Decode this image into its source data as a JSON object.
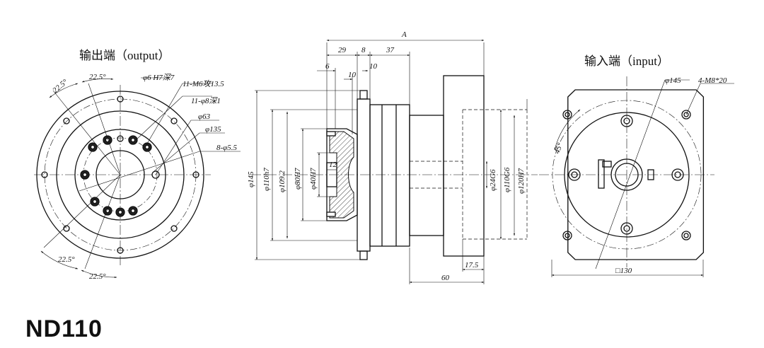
{
  "model": "ND110",
  "output_view": {
    "title": "输出端（output）",
    "labels": {
      "ang1": "22.5°",
      "ang2": "22.5°",
      "pin": "φ6 H7深7",
      "tap": "11-M6攻13.5",
      "cb": "11-φ8深1",
      "d63": "φ63",
      "d135": "φ135",
      "holes": "8-φ5.5",
      "ang3": "22.5°",
      "ang4": "22.5°"
    }
  },
  "side_view": {
    "labels": {
      "A": "A",
      "d29": "29",
      "d8": "8",
      "d37": "37",
      "d6": "6",
      "d10a": "10",
      "d10b": "10",
      "d12": "12",
      "d145": "φ145",
      "d110h7": "φ110h7",
      "d1092": "φ109.2",
      "d80h7": "φ80H7",
      "d40h7": "φ40H7",
      "d24g6": "φ24G6",
      "d110g6": "φ110G6",
      "d120h7": "φ120H7",
      "d175": "17.5",
      "d60": "60"
    }
  },
  "input_view": {
    "title": "输入端（input）",
    "labels": {
      "d145": "φ145",
      "holes": "4-M8*20",
      "ang": "45°",
      "sq": "□130"
    }
  }
}
